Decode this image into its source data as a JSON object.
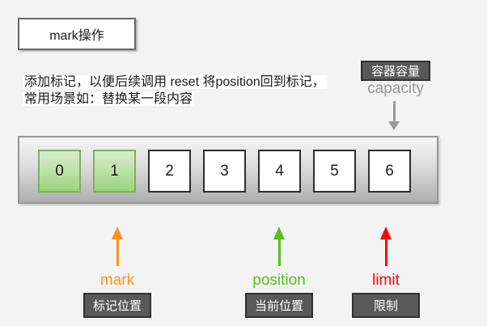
{
  "title": {
    "label": "mark操作"
  },
  "description": {
    "line1": "添加标记，以便后续调用 reset 将position回到标记，",
    "line2": "常用场景如：替换某一段内容"
  },
  "capacity": {
    "label_cn": "容器容量",
    "label_en": "capacity",
    "color": "#999999"
  },
  "buffer": {
    "cells": [
      {
        "value": "0",
        "state": "marked"
      },
      {
        "value": "1",
        "state": "marked"
      },
      {
        "value": "2",
        "state": "empty"
      },
      {
        "value": "3",
        "state": "empty"
      },
      {
        "value": "4",
        "state": "empty"
      },
      {
        "value": "5",
        "state": "empty"
      },
      {
        "value": "6",
        "state": "empty"
      }
    ],
    "marked_fill": "#9bd37f",
    "marked_border": "#7fae62"
  },
  "pointers": [
    {
      "name": "mark",
      "label": "mark",
      "label_cn": "标记位置",
      "color": "#f7941e",
      "points_to_cell": 1
    },
    {
      "name": "position",
      "label": "position",
      "label_cn": "当前位置",
      "color": "#53c01c",
      "points_to_cell": 4
    },
    {
      "name": "limit",
      "label": "limit",
      "label_cn": "限制",
      "color": "#ff0000",
      "points_to_cell": 6
    }
  ],
  "colors": {
    "background": "#f3f3f3",
    "dark_box_bg": "#595959",
    "dark_box_text": "#ffffff"
  }
}
